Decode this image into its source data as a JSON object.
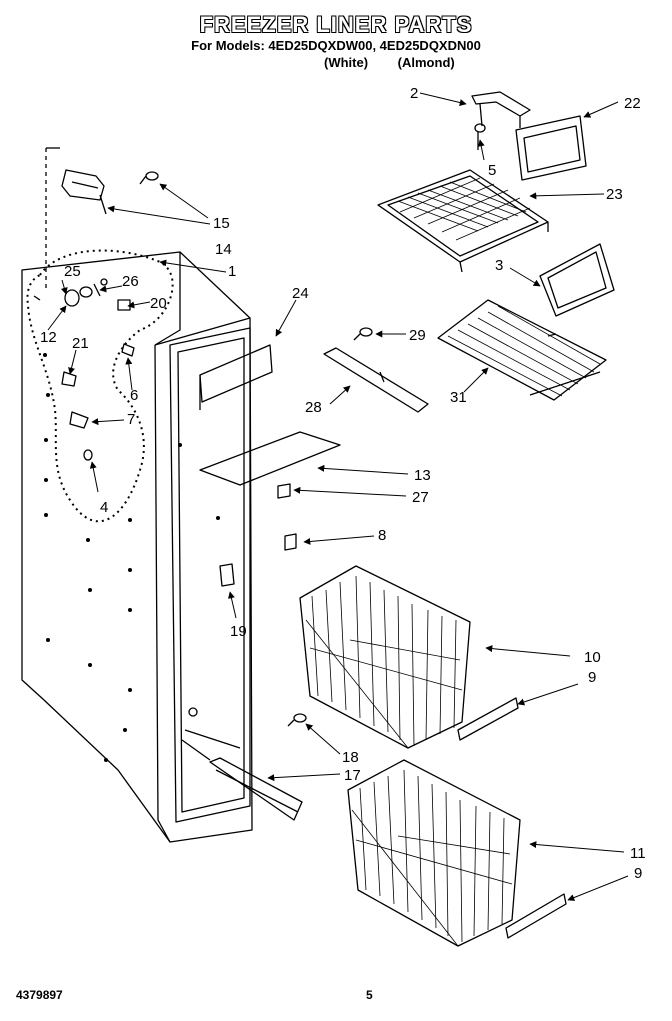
{
  "header": {
    "title": "FREEZER LINER PARTS",
    "models_line": "For Models: 4ED25DQXDW00, 4ED25DQXDN00",
    "color_white": "(White)",
    "color_almond": "(Almond)"
  },
  "footer": {
    "doc_number": "4379897",
    "page_number": "5"
  },
  "callouts": {
    "c1": "1",
    "c2": "2",
    "c3": "3",
    "c4": "4",
    "c5": "5",
    "c6": "6",
    "c7": "7",
    "c8": "8",
    "c9a": "9",
    "c9b": "9",
    "c10": "10",
    "c11": "11",
    "c12": "12",
    "c13": "13",
    "c14": "14",
    "c15": "15",
    "c17": "17",
    "c18": "18",
    "c19": "19",
    "c20": "20",
    "c21": "21",
    "c22": "22",
    "c23": "23",
    "c24": "24",
    "c25": "25",
    "c26": "26",
    "c27": "27",
    "c28": "28",
    "c29": "29",
    "c31": "31"
  }
}
